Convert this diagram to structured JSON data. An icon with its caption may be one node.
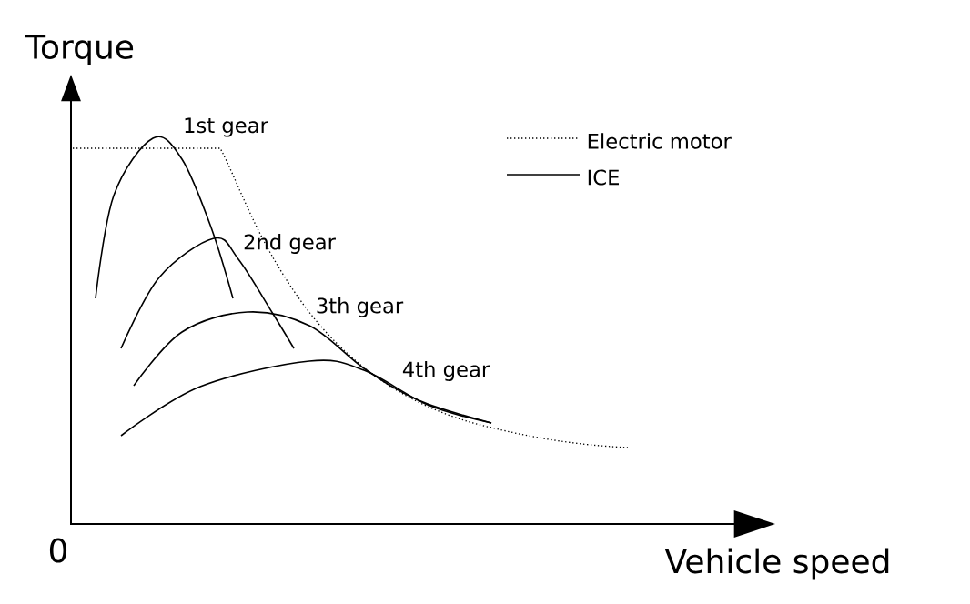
{
  "diagram": {
    "labels": [
      "Torque",
      "0",
      "Vehicle speed",
      "1st gear",
      "2nd gear",
      "3th gear",
      "4th gear"
    ],
    "legend": [
      {
        "text": "Electric motor"
      },
      {
        "text": "ICE"
      }
    ]
  }
}
